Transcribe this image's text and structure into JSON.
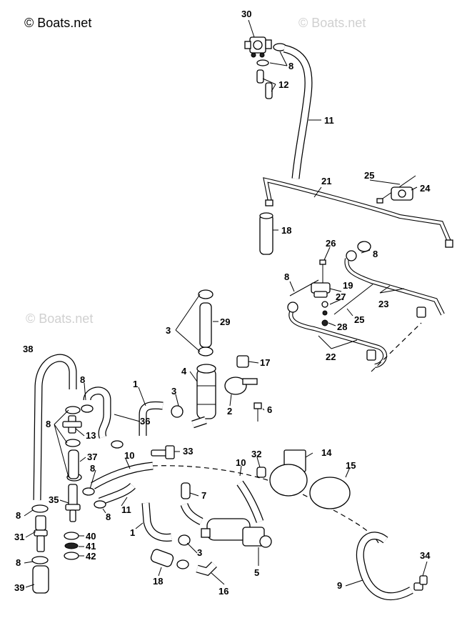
{
  "watermarks": {
    "main": "© Boats.net",
    "faint_top_right": "© Boats.net",
    "faint_left": "© Boats.net"
  },
  "callouts": [
    {
      "id": "c30",
      "text": "30"
    },
    {
      "id": "c8a",
      "text": "8"
    },
    {
      "id": "c12",
      "text": "12"
    },
    {
      "id": "c11a",
      "text": "11"
    },
    {
      "id": "c21",
      "text": "21"
    },
    {
      "id": "c25a",
      "text": "25"
    },
    {
      "id": "c24",
      "text": "24"
    },
    {
      "id": "c18a",
      "text": "18"
    },
    {
      "id": "c26",
      "text": "26"
    },
    {
      "id": "c8b",
      "text": "8"
    },
    {
      "id": "c8c",
      "text": "8"
    },
    {
      "id": "c19",
      "text": "19"
    },
    {
      "id": "c27",
      "text": "27"
    },
    {
      "id": "c23",
      "text": "23"
    },
    {
      "id": "c25b",
      "text": "25"
    },
    {
      "id": "c28",
      "text": "28"
    },
    {
      "id": "c22",
      "text": "22"
    },
    {
      "id": "c3a",
      "text": "3"
    },
    {
      "id": "c29",
      "text": "29"
    },
    {
      "id": "c38",
      "text": "38"
    },
    {
      "id": "c17",
      "text": "17"
    },
    {
      "id": "c4",
      "text": "4"
    },
    {
      "id": "c8d",
      "text": "8"
    },
    {
      "id": "c1a",
      "text": "1"
    },
    {
      "id": "c3b",
      "text": "3"
    },
    {
      "id": "c2",
      "text": "2"
    },
    {
      "id": "c6",
      "text": "6"
    },
    {
      "id": "c36",
      "text": "36"
    },
    {
      "id": "c8e",
      "text": "8"
    },
    {
      "id": "c13",
      "text": "13"
    },
    {
      "id": "c33",
      "text": "33"
    },
    {
      "id": "c37",
      "text": "37"
    },
    {
      "id": "c10a",
      "text": "10"
    },
    {
      "id": "c32",
      "text": "32"
    },
    {
      "id": "c14",
      "text": "14"
    },
    {
      "id": "c8f",
      "text": "8"
    },
    {
      "id": "c10b",
      "text": "10"
    },
    {
      "id": "c15",
      "text": "15"
    },
    {
      "id": "c35",
      "text": "35"
    },
    {
      "id": "c7",
      "text": "7"
    },
    {
      "id": "c11b",
      "text": "11"
    },
    {
      "id": "c8g",
      "text": "8"
    },
    {
      "id": "c8h",
      "text": "8"
    },
    {
      "id": "c1b",
      "text": "1"
    },
    {
      "id": "c31",
      "text": "31"
    },
    {
      "id": "c40",
      "text": "40"
    },
    {
      "id": "c41",
      "text": "41"
    },
    {
      "id": "c42",
      "text": "42"
    },
    {
      "id": "c3c",
      "text": "3"
    },
    {
      "id": "c5",
      "text": "5"
    },
    {
      "id": "c8i",
      "text": "8"
    },
    {
      "id": "c18b",
      "text": "18"
    },
    {
      "id": "c34",
      "text": "34"
    },
    {
      "id": "c16",
      "text": "16"
    },
    {
      "id": "c39",
      "text": "39"
    },
    {
      "id": "c9",
      "text": "9"
    }
  ]
}
